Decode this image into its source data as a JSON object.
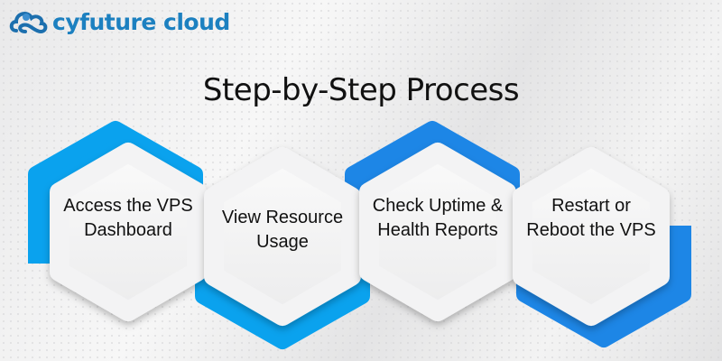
{
  "brand": {
    "name": "cyfuture cloud",
    "color": "#1c80c0"
  },
  "title": "Step-by-Step Process",
  "steps": [
    {
      "label": "Access the VPS Dashboard"
    },
    {
      "label": "View Resource Usage"
    },
    {
      "label": "Check Uptime & Health Reports"
    },
    {
      "label": "Restart or Reboot the VPS"
    }
  ],
  "colors": {
    "accent": "#0aa2ee",
    "accent_dark": "#1d86e6",
    "hex_fill": "#f5f5f6"
  }
}
